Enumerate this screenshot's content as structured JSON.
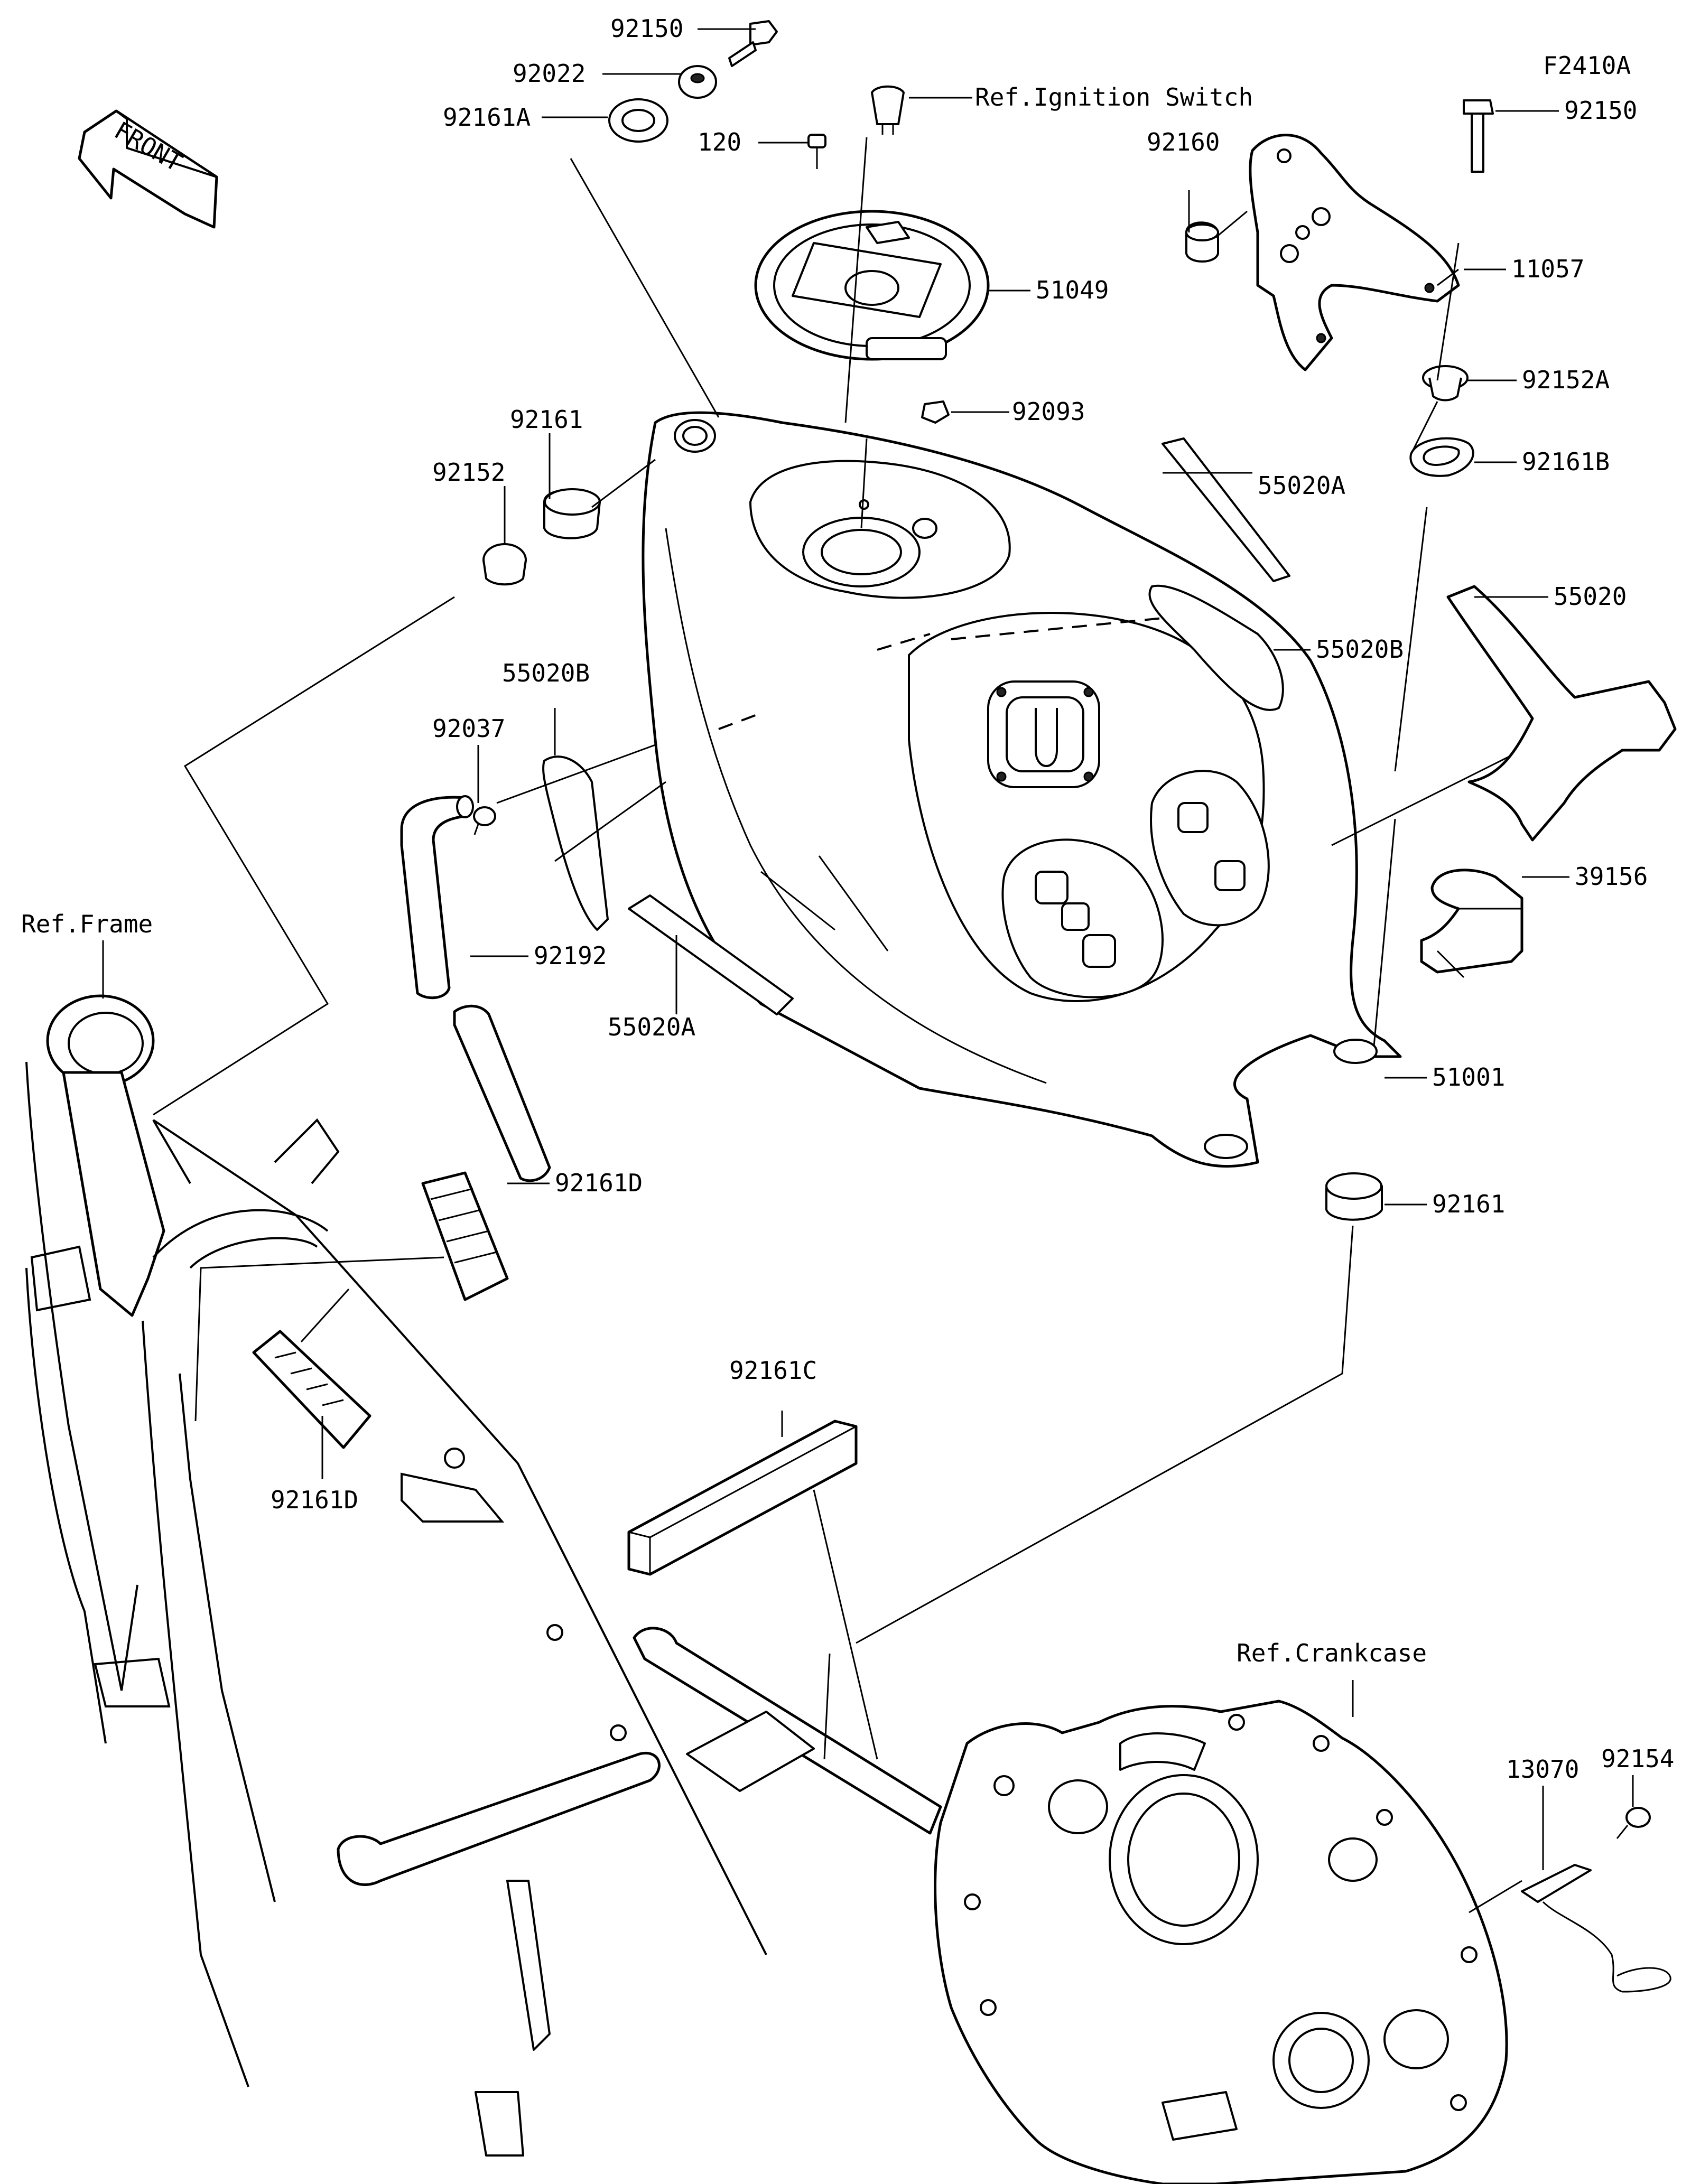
{
  "figure_code": "F2410A",
  "front_label": "FRONT",
  "labels": {
    "p92150_top": "92150",
    "p92022": "92022",
    "p92161A": "92161A",
    "p120": "120",
    "ref_ignition": "Ref.Ignition Switch",
    "p51049": "51049",
    "p92093": "92093",
    "p92160": "92160",
    "p92150_right": "92150",
    "p11057": "11057",
    "p92152A": "92152A",
    "p92161B": "92161B",
    "p55020A_top": "55020A",
    "p55020": "55020",
    "p55020B_right": "55020B",
    "p92161_left": "92161",
    "p92152": "92152",
    "p55020B_left": "55020B",
    "p92037": "92037",
    "p92192": "92192",
    "p55020A_bottom": "55020A",
    "p39156": "39156",
    "p51001": "51001",
    "p92161_right": "92161",
    "ref_frame": "Ref.Frame",
    "p92161D_top": "92161D",
    "p92161D_bottom": "92161D",
    "p92161C": "92161C",
    "ref_crankcase": "Ref.Crankcase",
    "p92154": "92154",
    "p13070": "13070"
  }
}
